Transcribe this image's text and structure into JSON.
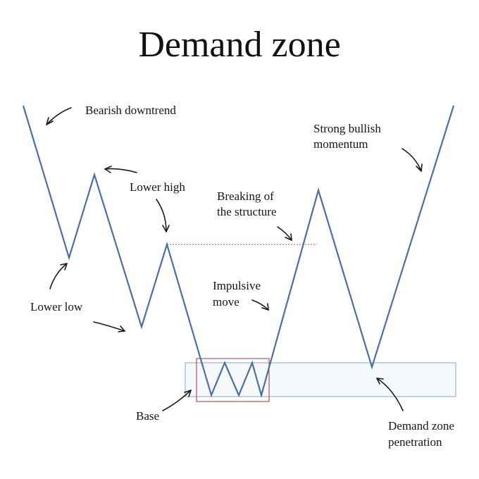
{
  "title": "Demand zone",
  "labels": {
    "bearish_downtrend": "Bearish downtrend",
    "lower_high": "Lower high",
    "lower_low": "Lower low",
    "breaking_structure_line1": "Breaking of",
    "breaking_structure_line2": "the structure",
    "impulsive_move_line1": "Impulsive",
    "impulsive_move_line2": "move",
    "strong_bullish_line1": "Strong bullish",
    "strong_bullish_line2": "momentum",
    "base": "Base",
    "demand_penetration_line1": "Demand zone",
    "demand_penetration_line2": "penetration"
  },
  "colors": {
    "price_line": "#4a6ea8",
    "demand_zone_border": "#8aa6cc",
    "base_border": "#b85050",
    "structure_line": "#c84a4a",
    "text": "#111111"
  }
}
